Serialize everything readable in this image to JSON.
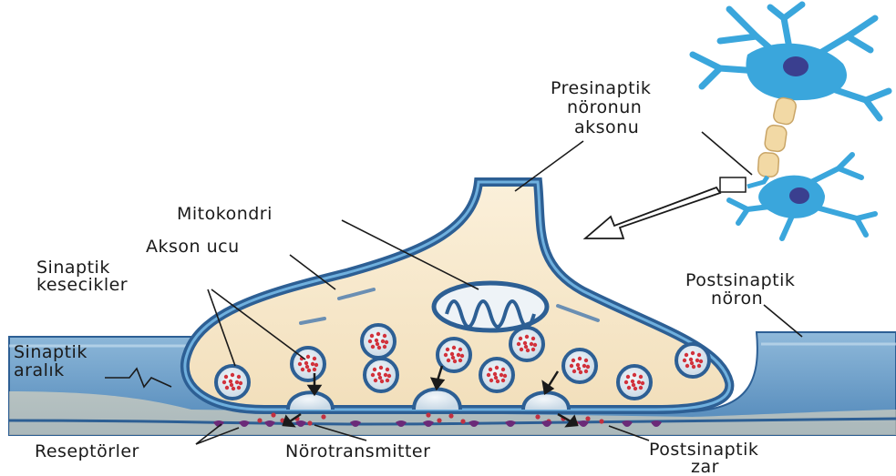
{
  "labels": {
    "presynaptic_line1": "Presinaptik",
    "presynaptic_line2": "nöronun",
    "presynaptic_line3": "aksonu",
    "mitochondria": "Mitokondri",
    "axon_terminal": "Akson ucu",
    "vesicles_line1": "Sinaptik",
    "vesicles_line2": "kesecikler",
    "cleft_line1": "Sinaptik",
    "cleft_line2": "aralık",
    "postsynaptic_neuron_line1": "Postsinaptik",
    "postsynaptic_neuron_line2": "nöron",
    "receptors": "Reseptörler",
    "neurotransmitter": "Nörotransmitter",
    "postsynaptic_membrane_line1": "Postsinaptik",
    "postsynaptic_membrane_line2": "zar"
  },
  "colors": {
    "neuron_blue": "#3aa6dc",
    "membrane_dark": "#2d5f94",
    "cytoplasm": "#f6e6c8",
    "postsynaptic_fill": "#7aaad0",
    "vesicle_fill": "#d2323c",
    "receptor": "#6b2a78"
  }
}
